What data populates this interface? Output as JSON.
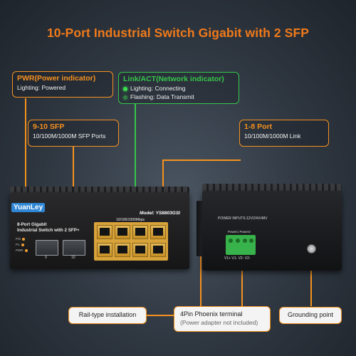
{
  "title": "10-Port Industrial Switch Gigabit with 2 SFP",
  "callouts": {
    "pwr": {
      "head": "PWR(Power indicator)",
      "sub": "Lighting: Powered"
    },
    "link": {
      "head": "Link/ACT(Network indicator)",
      "line1": "Lighting: Connecting",
      "line2": "Flashing: Data Transmit"
    },
    "sfp": {
      "head": "9-10 SFP",
      "sub": "10/100M/1000M SFP Ports"
    },
    "ports": {
      "head": "1-8 Port",
      "sub": "10/100M/1000M Link"
    }
  },
  "labels": {
    "rail": "Rail-type installation",
    "terminal": "4Pin Phoenix terminal",
    "terminal_sub": "(Power adapter not included)",
    "ground": "Grounding point"
  },
  "device": {
    "brand": "YuanLey",
    "desc_line1": "8-Port Gigabit",
    "desc_line2": "Industrial Switch with 2 SFP+",
    "model": "Model: YS8803GSI",
    "speed": "10/100/1000Mbps",
    "led1": "P/S",
    "led2": "P1",
    "led3": "PWR",
    "sfp1": "9",
    "sfp2": "10",
    "power_inputs": "POWER INPUTS:12V/24V/48V",
    "power_label": "Power1 Power2",
    "terminal_pins": "V1+ V1- V2- V2-"
  },
  "colors": {
    "accent": "#f5911e",
    "link_green": "#35c74a",
    "title": "#f07a1a"
  }
}
